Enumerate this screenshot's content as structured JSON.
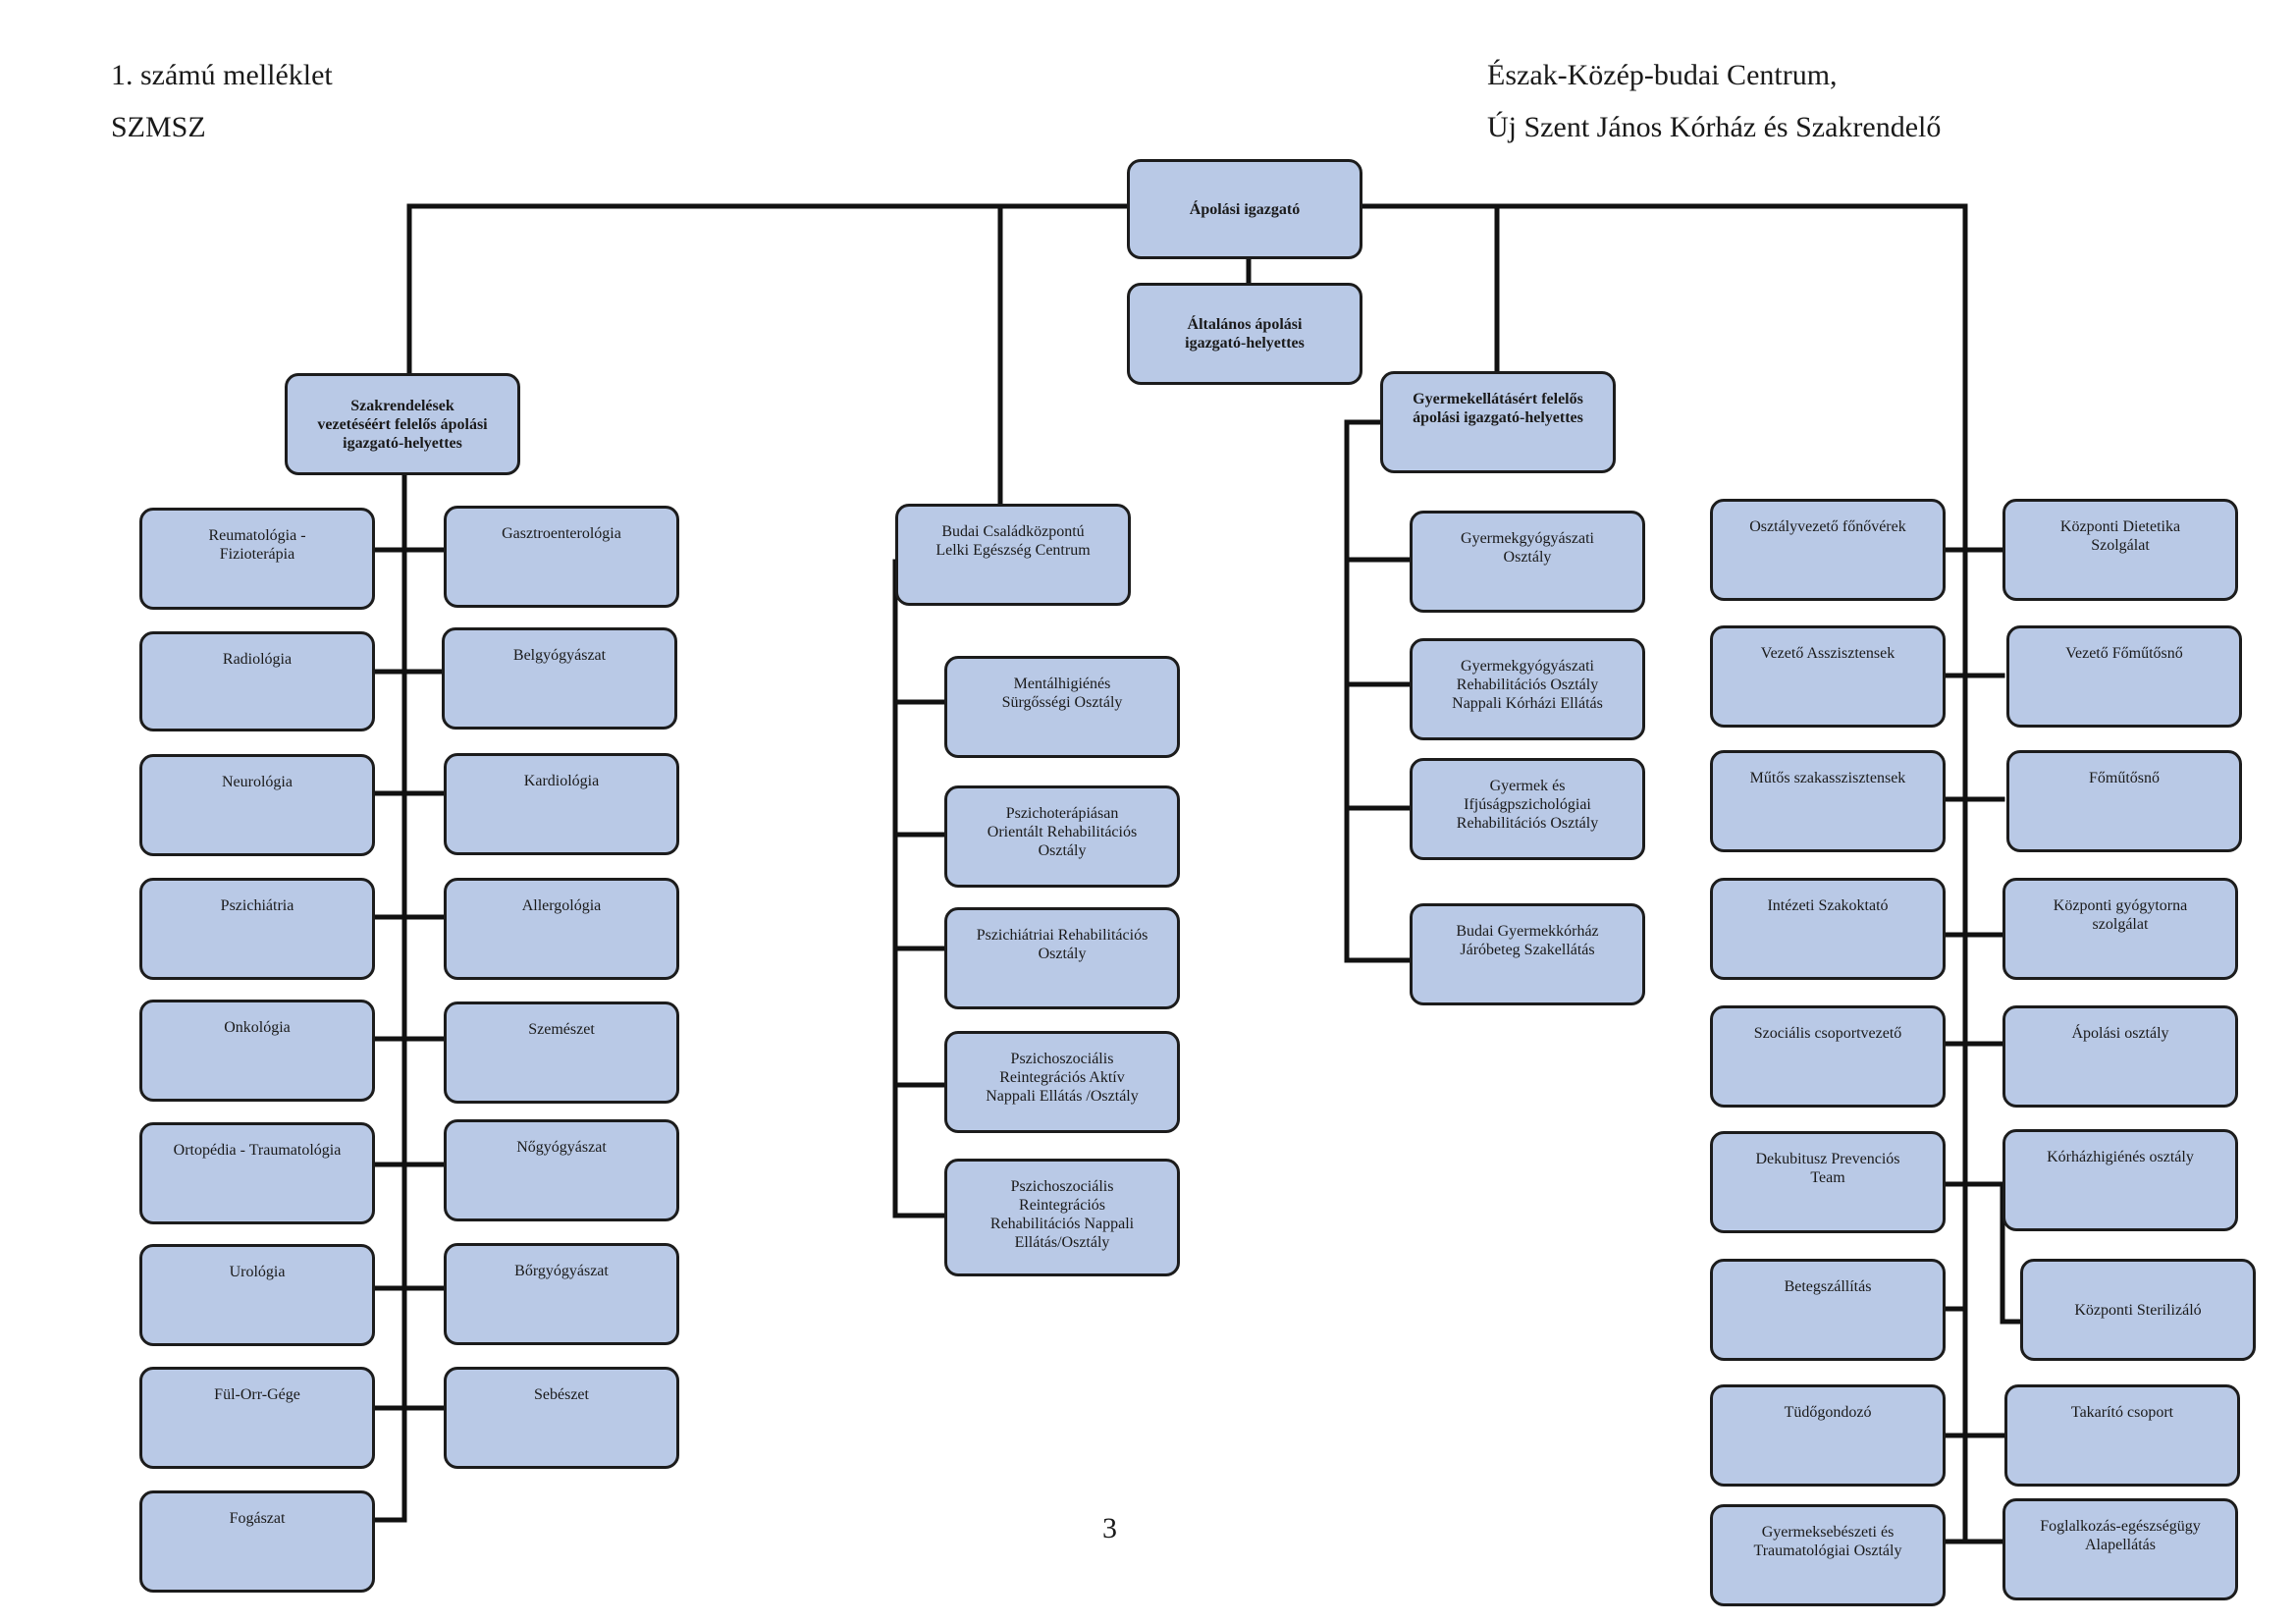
{
  "header": {
    "annex": "1. számú melléklet",
    "doc_code": "SZMSZ",
    "institution_line1": "Észak-Közép-budai Centrum,",
    "institution_line2": "Új Szent János Kórház és Szakrendelő"
  },
  "nodes": {
    "nursing_director": "Ápolási igazgató",
    "deputy_general": "Általános ápolási\nigazgató-helyettes",
    "deputy_outpatient": "Szakrendelések\nvezetéséért felelős ápolási\nigazgató-helyettes",
    "deputy_pediatrics": "Gyermekellátásért felelős\nápolási igazgató-helyettes",
    "budai_family_center": "Budai Családközpontú\nLelki Egészség Centrum"
  },
  "left_col": [
    "Reumatológia -\nFizioterápia",
    "Radiológia",
    "Neurológia",
    "Pszichiátria",
    "Onkológia",
    "Ortopédia - Traumatológia",
    "Urológia",
    "Fül-Orr-Gége",
    "Fogászat"
  ],
  "second_col": [
    "Gasztroenterológia",
    "Belgyógyászat",
    "Kardiológia",
    "Allergológia",
    "Szemészet",
    "Nőgyógyászat",
    "Bőrgyógyászat",
    "Sebészet"
  ],
  "middle_col": [
    "Mentálhigiénés\nSürgősségi Osztály",
    "Pszichoterápiásan\nOrientált Rehabilitációs\nOsztály",
    "Pszichiátriai Rehabilitációs\nOsztály",
    "Pszichoszociális\nReintegrációs Aktív\nNappali Ellátás /Osztály",
    "Pszichoszociális\nReintegrációs\nRehabilitációs Nappali\nEllátás/Osztály"
  ],
  "pediatric_col": [
    "Gyermekgyógyászati\nOsztály",
    "Gyermekgyógyászati\nRehabilitációs Osztály\nNappali Kórházi Ellátás",
    "Gyermek és\nIfjúságpszichológiai\nRehabilitációs Osztály",
    "Budai Gyermekkórház\nJáróbeteg Szakellátás"
  ],
  "right_col_a": [
    "Osztályvezető főnővérek",
    "Vezető Asszisztensek",
    "Műtős szakasszisztensek",
    "Intézeti Szakoktató",
    "Szociális csoportvezető",
    "Dekubitusz Prevenciós\nTeam",
    "Betegszállítás",
    "Tüdőgondozó",
    "Gyermeksebészeti és\nTraumatológiai Osztály"
  ],
  "right_col_b": [
    "Központi Dietetika\nSzolgálat",
    "Vezető Főműtősnő",
    "Főműtősnő",
    "Központi gyógytorna\nszolgálat",
    "Ápolási osztály",
    "Kórházhigiénés osztály",
    "Központi Sterilizáló",
    "Takarító csoport",
    "Foglalkozás-egészségügy\nAlapellátás"
  ],
  "page_number": "3",
  "colors": {
    "box_fill": "#b9c9e6",
    "box_border": "#1c1c1c",
    "line": "#111111"
  }
}
